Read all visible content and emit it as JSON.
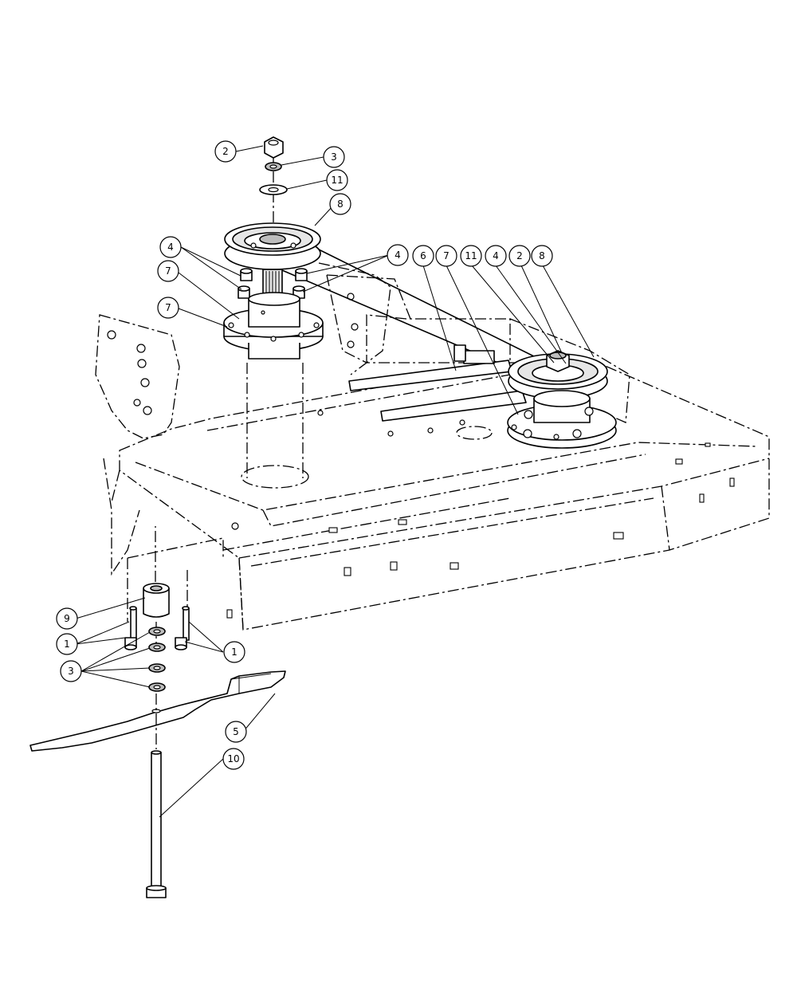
{
  "callouts": [
    {
      "id": "c2-top",
      "label": "2"
    },
    {
      "id": "c3-top",
      "label": "3"
    },
    {
      "id": "c11-top",
      "label": "11"
    },
    {
      "id": "c8-top",
      "label": "8"
    },
    {
      "id": "c4-left",
      "label": "4"
    },
    {
      "id": "c4-mid",
      "label": "4"
    },
    {
      "id": "c7-upper",
      "label": "7"
    },
    {
      "id": "c7-lower",
      "label": "7"
    },
    {
      "id": "c6",
      "label": "6"
    },
    {
      "id": "c7-right",
      "label": "7"
    },
    {
      "id": "c11-right",
      "label": "11"
    },
    {
      "id": "c4-right",
      "label": "4"
    },
    {
      "id": "c2-right",
      "label": "2"
    },
    {
      "id": "c8-right",
      "label": "8"
    },
    {
      "id": "c9",
      "label": "9"
    },
    {
      "id": "c1-left",
      "label": "1"
    },
    {
      "id": "c1-right",
      "label": "1"
    },
    {
      "id": "c3-bottom",
      "label": "3"
    },
    {
      "id": "c5",
      "label": "5"
    },
    {
      "id": "c10",
      "label": "10"
    }
  ]
}
